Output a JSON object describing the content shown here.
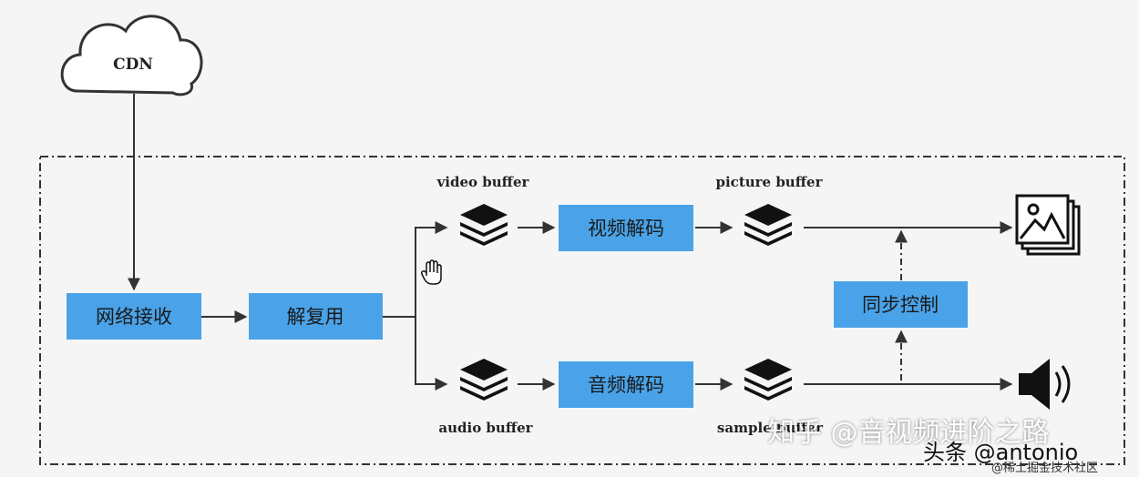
{
  "nodes": {
    "cdn": "CDN",
    "network_receive": "网络接收",
    "demux": "解复用",
    "video_decode": "视频解码",
    "audio_decode": "音频解码",
    "sync_control": "同步控制"
  },
  "captions": {
    "video_buffer": "video buffer",
    "picture_buffer": "picture buffer",
    "audio_buffer": "audio buffer",
    "sample_buffer": "sample buffer"
  },
  "watermarks": {
    "zhihu": "知乎 @音视频进阶之路",
    "toutiao": "头条 @antonio",
    "community": "@稀土掘金技术社区"
  },
  "colors": {
    "box_fill": "#4aa3e8",
    "line": "#333333",
    "background": "#f5f5f5"
  },
  "icons": {
    "buffer": "stacked-layers-icon",
    "picture_output": "image-stack-icon",
    "audio_output": "speaker-icon",
    "cursor": "hand-cursor-icon"
  }
}
